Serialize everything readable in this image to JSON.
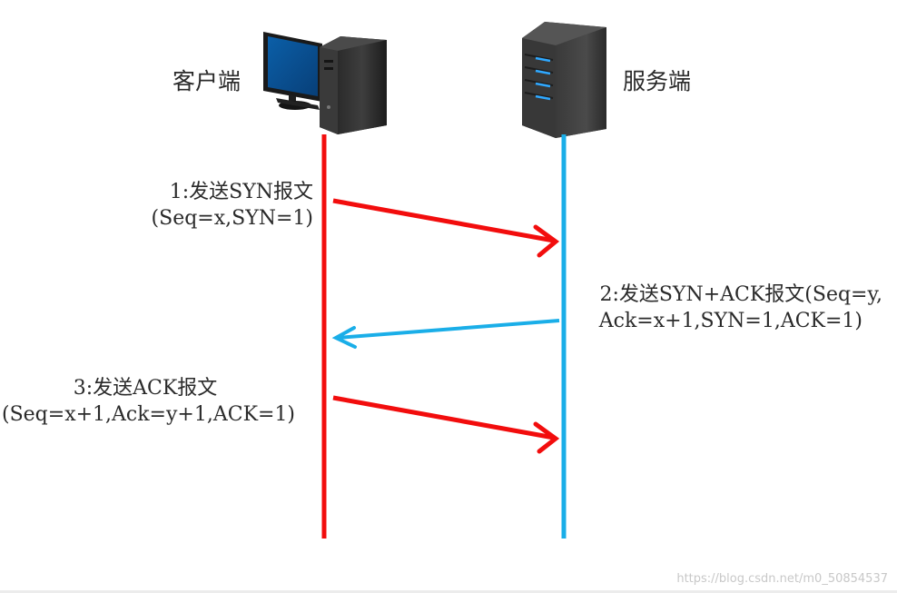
{
  "nodes": {
    "client": {
      "label": "客户端"
    },
    "server": {
      "label": "服务端"
    }
  },
  "messages": [
    {
      "step": "1",
      "line1": "1:发送SYN报文",
      "line2": "(Seq=x,SYN=1)",
      "direction": "client-to-server"
    },
    {
      "step": "2",
      "line1": "2:发送SYN+ACK报文(Seq=y,",
      "line2": "Ack=x+1,SYN=1,ACK=1)",
      "direction": "server-to-client"
    },
    {
      "step": "3",
      "line1": "3:发送ACK报文",
      "line2": "(Seq=x+1,Ack=y+1,ACK=1)",
      "direction": "client-to-server"
    }
  ],
  "colors": {
    "client_lifeline": "#f20d0d",
    "server_lifeline": "#1aaee8",
    "client_arrow": "#f20d0d",
    "server_arrow": "#1aaee8"
  },
  "icons": {
    "client": "desktop-computer-icon",
    "server": "server-tower-icon"
  },
  "watermark": "https://blog.csdn.net/m0_50854537"
}
